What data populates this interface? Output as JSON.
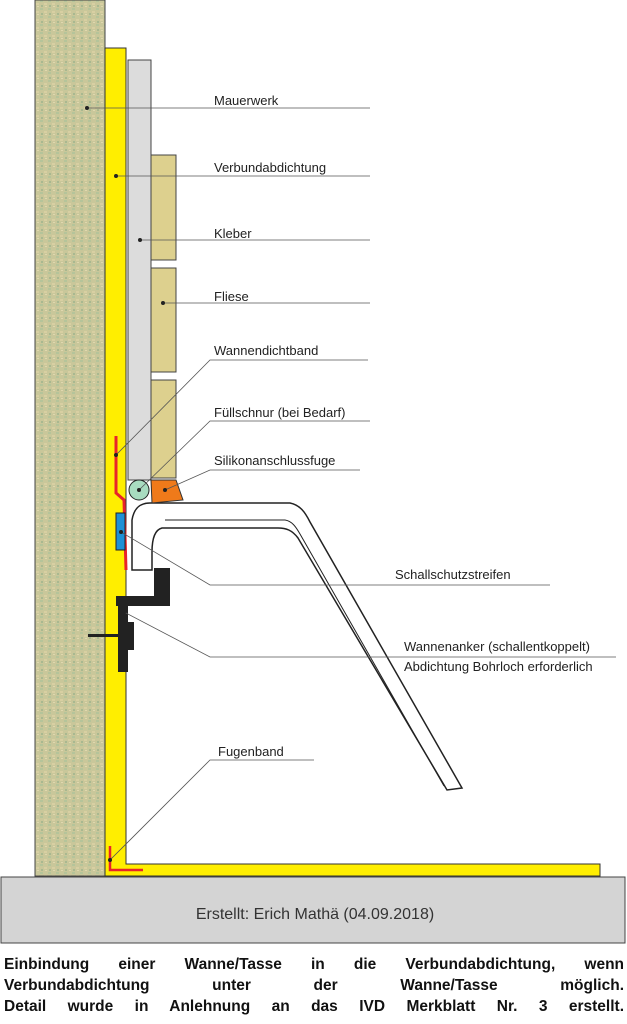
{
  "labels": {
    "mauerwerk": "Mauerwerk",
    "verbundabdichtung": "Verbundabdichtung",
    "kleber": "Kleber",
    "fliese": "Fliese",
    "wannendichtband": "Wannendichtband",
    "fuellschnur": "Füllschnur (bei Bedarf)",
    "silikonanschlussfuge": "Silikonanschlussfuge",
    "schallschutzstreifen": "Schallschutzstreifen",
    "wannenanker": "Wannenanker (schallentkoppelt)",
    "abdichtung_bohrloch": "Abdichtung Bohrloch erforderlich",
    "fugenband": "Fugenband"
  },
  "footer": {
    "credit": "Erstellt: Erich Mathä (04.09.2018)"
  },
  "caption": {
    "line1": "Einbindung einer Wanne/Tasse in die Verbundabdichtung, wenn",
    "line2": "Verbundabdichtung unter der Wanne/Tasse möglich.",
    "line3": "Detail wurde in Anlehnung an das IVD Merkblatt Nr. 3 erstellt."
  },
  "colors": {
    "masonry": "#c9c79a",
    "masonry_speckle": "#a9b890",
    "waterproofing": "#ffee00",
    "adhesive": "#dcdcdc",
    "tile": "#ddd08e",
    "sealing_tape": "#e8232a",
    "backer_rod": "#a8dcc0",
    "silicone": "#ef7a1a",
    "sound_strip": "#1e90d6",
    "anchor": "#222222",
    "floor_slab": "#d4d4d4"
  }
}
